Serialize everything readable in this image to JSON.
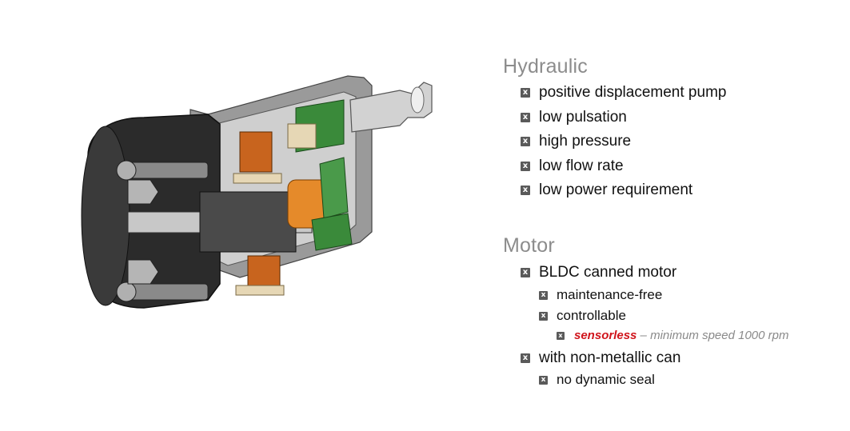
{
  "hydraulic": {
    "heading": "Hydraulic",
    "items": [
      "positive displacement pump",
      "low pulsation",
      "high pressure",
      "low flow rate",
      "low power requirement"
    ]
  },
  "motor": {
    "heading": "Motor",
    "item1": "BLDC canned motor",
    "sub1": "maintenance-free",
    "sub2": "controllable",
    "sub3_highlight": "sensorless",
    "sub3_note": " – minimum speed 1000 rpm",
    "item2": "with non-metallic can",
    "sub4": "no dynamic seal"
  },
  "bullet_glyph": "x",
  "colors": {
    "heading": "#8c8c8c",
    "bullet": "#5a5a5a",
    "highlight": "#d0151c",
    "note": "#8a8a8a"
  }
}
